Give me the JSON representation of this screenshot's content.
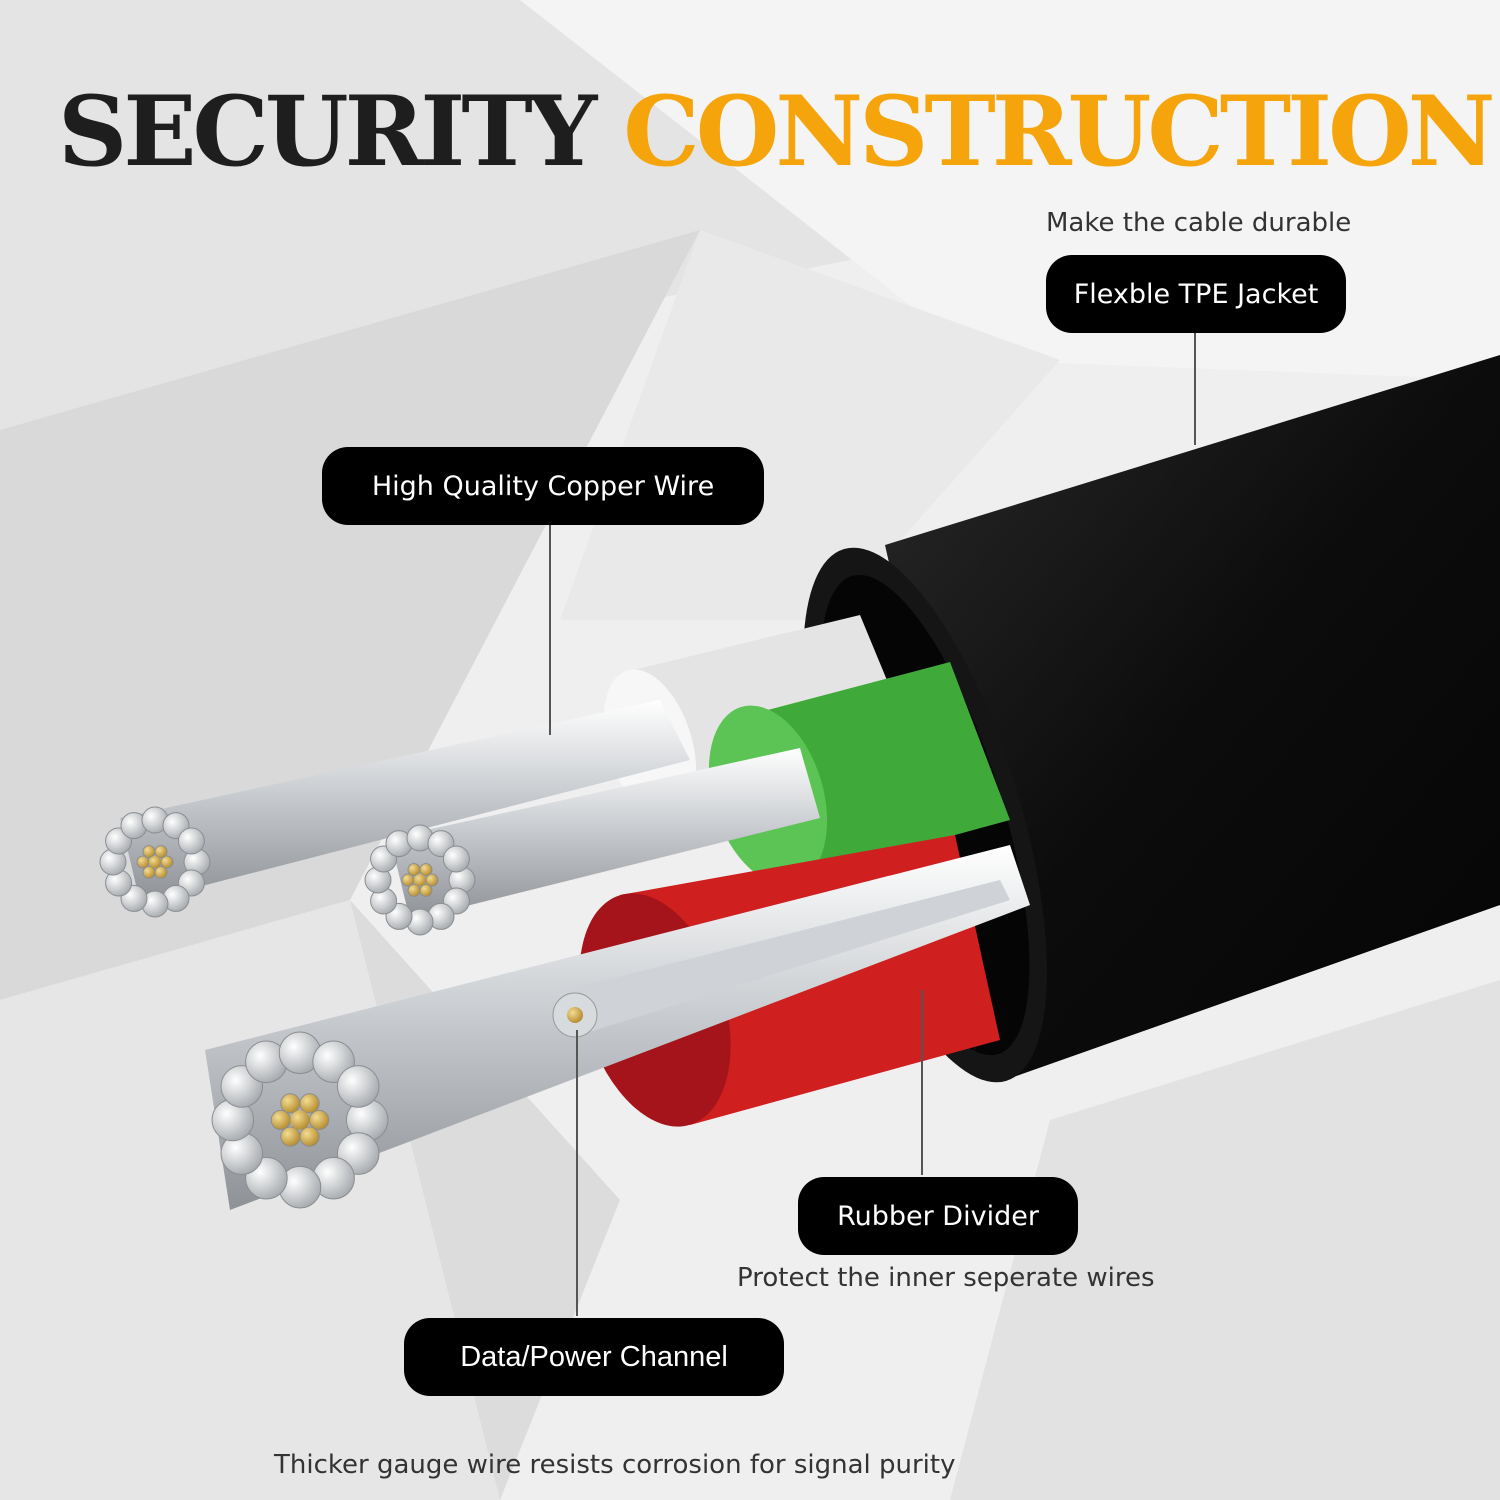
{
  "headline": {
    "word1": "SECURITY",
    "word2": "CONSTRUCTION"
  },
  "colors": {
    "headline_dark": "#1e1e1e",
    "headline_accent": "#f5a40c",
    "label_background": "#000000",
    "jacket": "#0c0c0c",
    "divider_red": "#cf1f1f",
    "divider_green": "#3faa3a",
    "divider_white": "#e4e4e4",
    "copper": "#c9a24a"
  },
  "labels": {
    "jacket": {
      "title": "Flexble TPE Jacket",
      "caption": "Make the cable durable"
    },
    "copper": {
      "title": "High Quality Copper Wire"
    },
    "divider": {
      "title": "Rubber Divider",
      "caption": "Protect the inner seperate wires"
    },
    "channel": {
      "title": "Data/Power Channel",
      "caption": "Thicker gauge wire resists corrosion for signal purity"
    }
  }
}
